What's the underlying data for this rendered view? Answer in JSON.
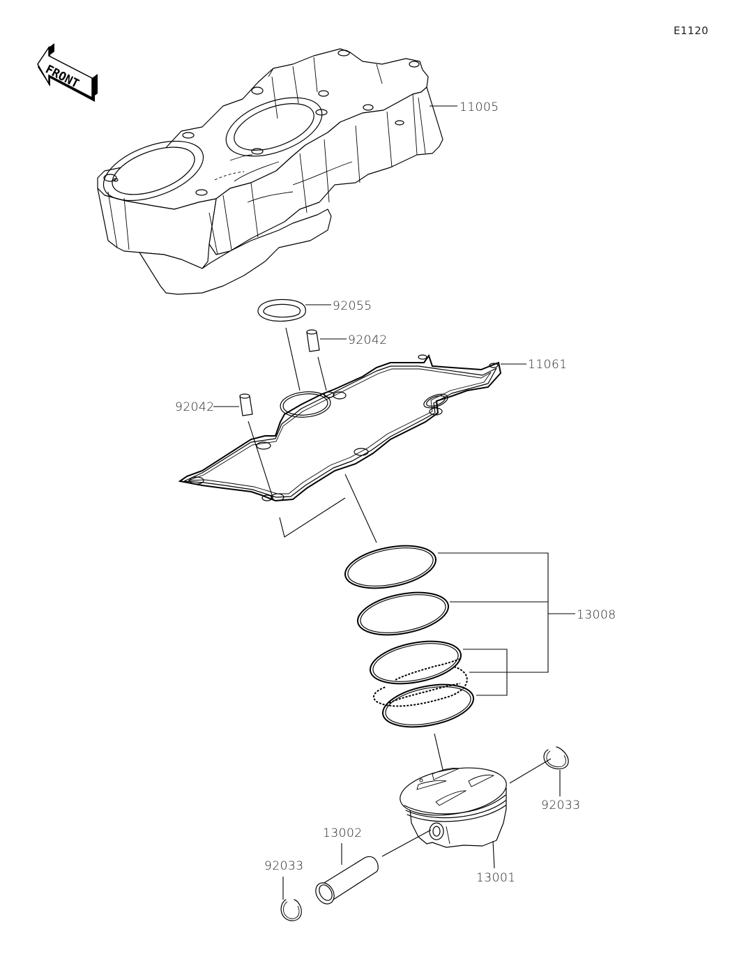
{
  "diagram": {
    "id": "E1120",
    "front_marker": "FRONT",
    "parts": [
      {
        "key": "cylinder",
        "number": "11005",
        "name": "Cylinder"
      },
      {
        "key": "oring",
        "number": "92055",
        "name": "O-ring"
      },
      {
        "key": "dowel_pin_right",
        "number": "92042",
        "name": "Dowel pin"
      },
      {
        "key": "gasket",
        "number": "11061",
        "name": "Cylinder base gasket"
      },
      {
        "key": "dowel_pin_left",
        "number": "92042",
        "name": "Dowel pin"
      },
      {
        "key": "piston_rings",
        "number": "13008",
        "name": "Piston ring set"
      },
      {
        "key": "circlip_right",
        "number": "92033",
        "name": "Circlip"
      },
      {
        "key": "piston_pin",
        "number": "13002",
        "name": "Piston pin"
      },
      {
        "key": "piston",
        "number": "13001",
        "name": "Piston"
      },
      {
        "key": "circlip_left",
        "number": "92033",
        "name": "Circlip"
      }
    ]
  }
}
